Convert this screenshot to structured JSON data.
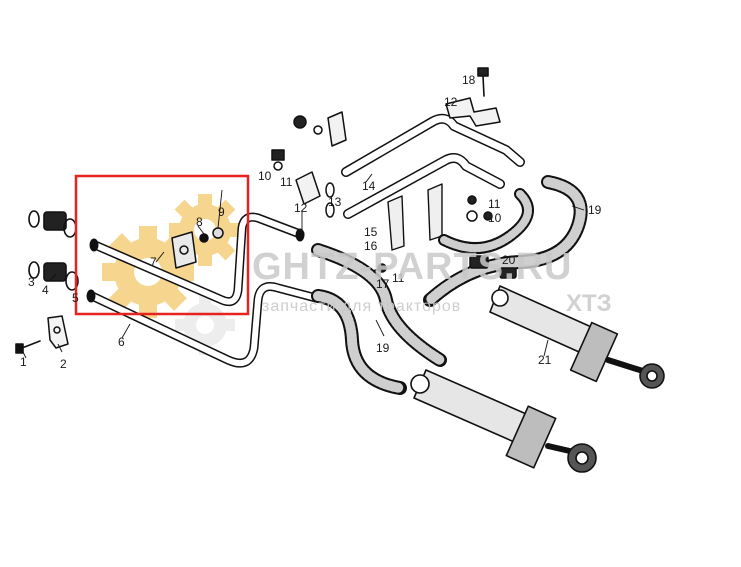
{
  "watermark": {
    "site": "GHTZ-PARTS.RU",
    "tagline": "запчасти для тракторов",
    "brand": "ХТЗ"
  },
  "colors": {
    "highlight": "#e8231f",
    "gear": "#f3c76a",
    "ink": "#111111"
  },
  "labels": {
    "n1": "1",
    "n2": "2",
    "n3": "3",
    "n4": "4",
    "n5": "5",
    "n6": "6",
    "n7": "7",
    "n8": "8",
    "n9": "9",
    "n10": "10",
    "n11": "11",
    "n12": "12",
    "n13": "13",
    "n14": "14",
    "n15": "15",
    "n16": "16",
    "n17": "17",
    "n18": "18",
    "n19": "19",
    "n20": "20",
    "n21": "21"
  }
}
